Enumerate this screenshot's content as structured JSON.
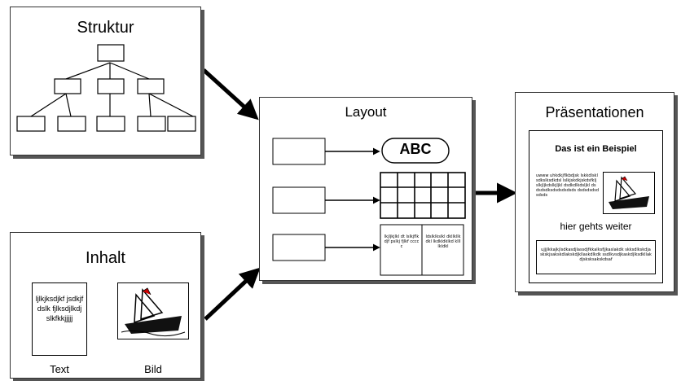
{
  "struktur": {
    "title": "Struktur"
  },
  "inhalt": {
    "title": "Inhalt",
    "text_sample": "ljlkjksdjkf jsdkjfdslk fjlksdjlkdj slkfkkjjjjj",
    "text_label": "Text",
    "image_label": "Bild"
  },
  "layout": {
    "title": "Layout",
    "text_element": "ABC",
    "column_left_text": "lkjljkjlkl dt lslkjflkdjf pslkj fjlkf ccccc",
    "column_right_text": "ldslklkslkl dkllkllkdkl lkdkldklkd kllllkldkl"
  },
  "praesentation": {
    "title": "Präsentationen",
    "headline": "Das ist ein Beispiel",
    "body_text": "uwww uhkdkjflkbdjsk lskkdlsklsdkslksdkdsl lslkjskdkjskdsfklj slkjljkdslkjljkl dsdkdlkdsljkl ds dsdsdksdsdsdsdsds dsdsdsdsdsdsds",
    "subheading": "hier gehts weiter",
    "footer_text": "ujjjlkkajkjlsdkasdjlassdjfkkalksfjjkaslakdk skksdlkskdjaskskjsakskdlakskdjkllaskdlkdk ssdlkvsdjkaskdjlksdkllakdjsksksakskdsaf"
  }
}
